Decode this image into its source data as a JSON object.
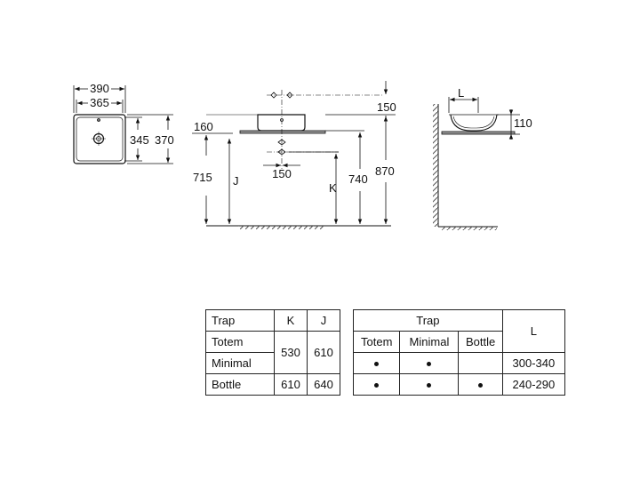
{
  "top_view": {
    "outer_width": "390",
    "inner_width": "365",
    "inner_depth": "345",
    "outer_depth": "370"
  },
  "front_view": {
    "dim_150_top": "150",
    "dim_160": "160",
    "dim_150_mid": "150",
    "dim_715": "715",
    "label_j": "J",
    "label_k": "K",
    "dim_740": "740",
    "dim_870": "870"
  },
  "side_view": {
    "label_l": "L",
    "dim_110": "110"
  },
  "trap_table": {
    "header": [
      "Trap",
      "K",
      "J"
    ],
    "rows": [
      {
        "trap": "Totem",
        "k": "530",
        "j": "610"
      },
      {
        "trap": "Minimal"
      },
      {
        "trap": "Bottle",
        "k": "610",
        "j": "640"
      }
    ]
  },
  "l_table": {
    "header_trap": "Trap",
    "columns": [
      "Totem",
      "Minimal",
      "Bottle",
      "L"
    ],
    "rows": [
      {
        "marks": [
          true,
          true,
          false
        ],
        "l": "300-340"
      },
      {
        "marks": [
          true,
          true,
          true
        ],
        "l": "240-290"
      }
    ]
  }
}
